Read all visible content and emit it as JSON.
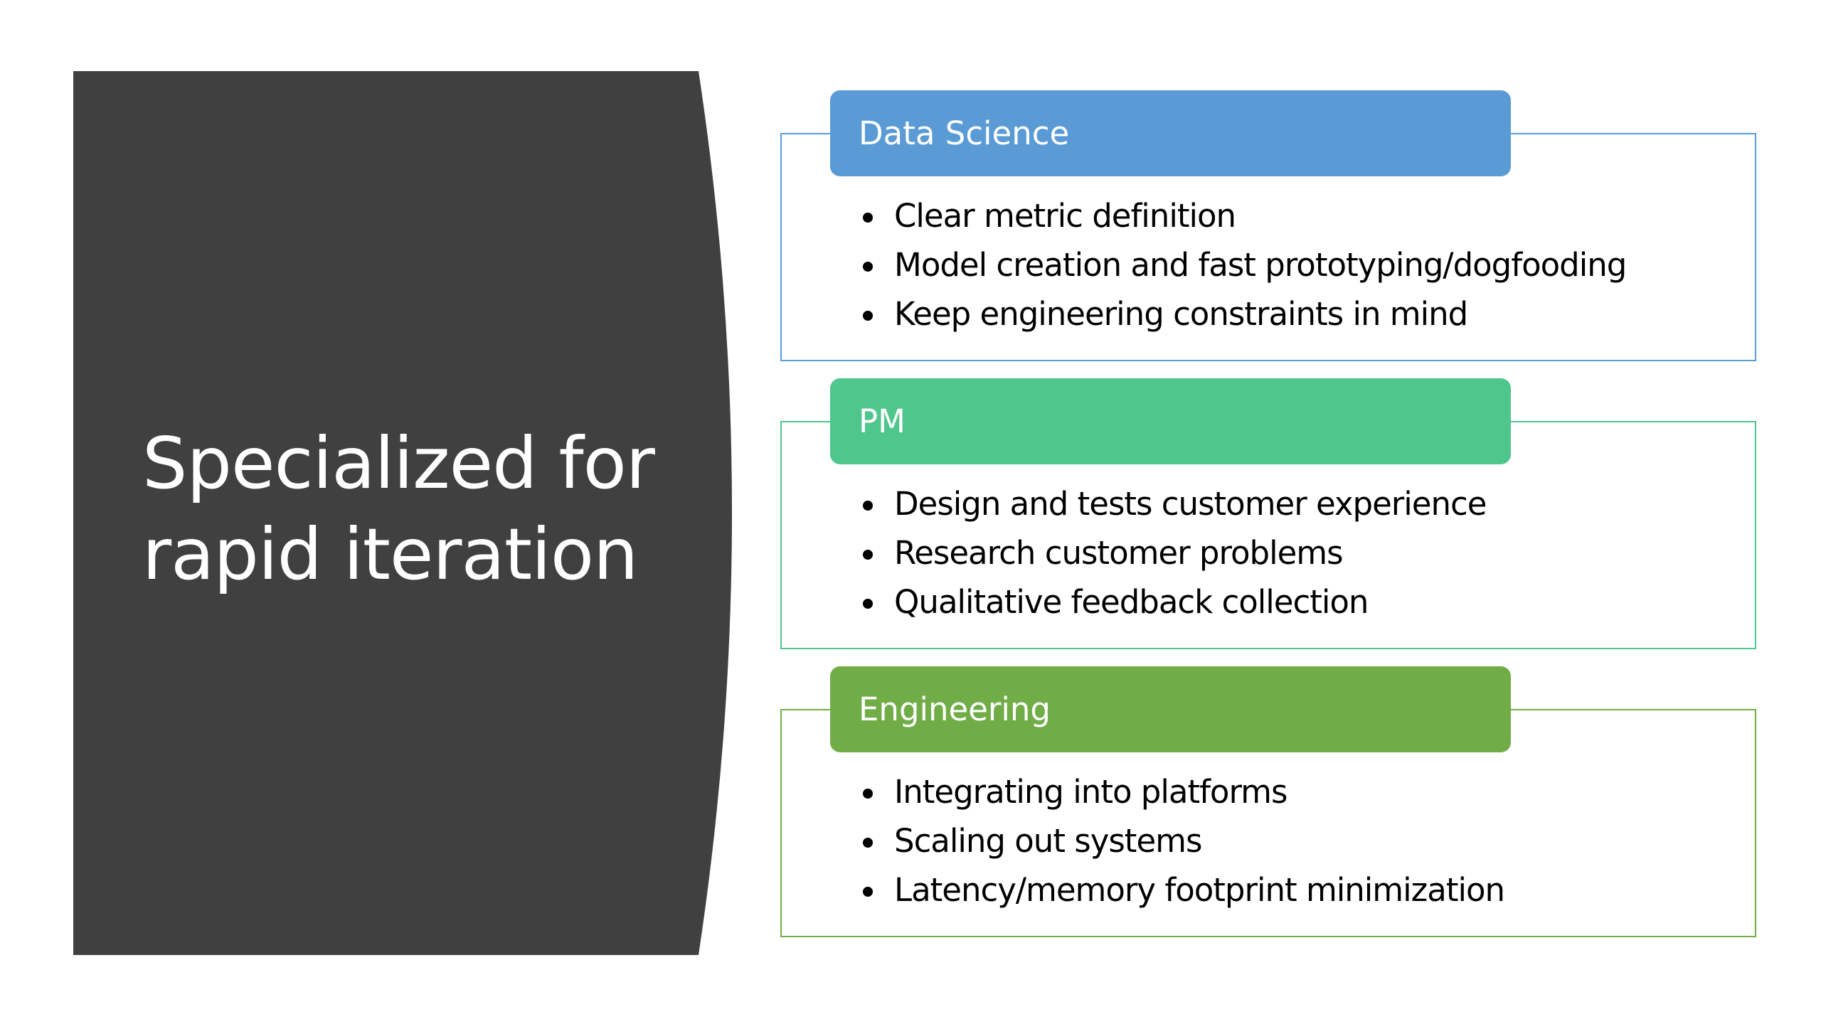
{
  "title": "Specialized for rapid iteration",
  "title_lines": [
    "Specialized for",
    "rapid iteration"
  ],
  "colors": {
    "left_panel": "#404040",
    "data_science": "#5b9bd5",
    "pm": "#4ec68c",
    "engineering": "#70ad47",
    "background": "#ffffff"
  },
  "groups": [
    {
      "header": "Data Science",
      "color": "#5b9bd5",
      "bullets": [
        "Clear metric definition",
        "Model creation and fast prototyping/dogfooding",
        "Keep engineering constraints in mind"
      ]
    },
    {
      "header": "PM",
      "color": "#4ec68c",
      "bullets": [
        "Design and tests customer experience",
        "Research customer problems",
        "Qualitative feedback collection"
      ]
    },
    {
      "header": "Engineering",
      "color": "#70ad47",
      "bullets": [
        "Integrating into platforms",
        "Scaling out systems",
        "Latency/memory footprint minimization"
      ]
    }
  ]
}
